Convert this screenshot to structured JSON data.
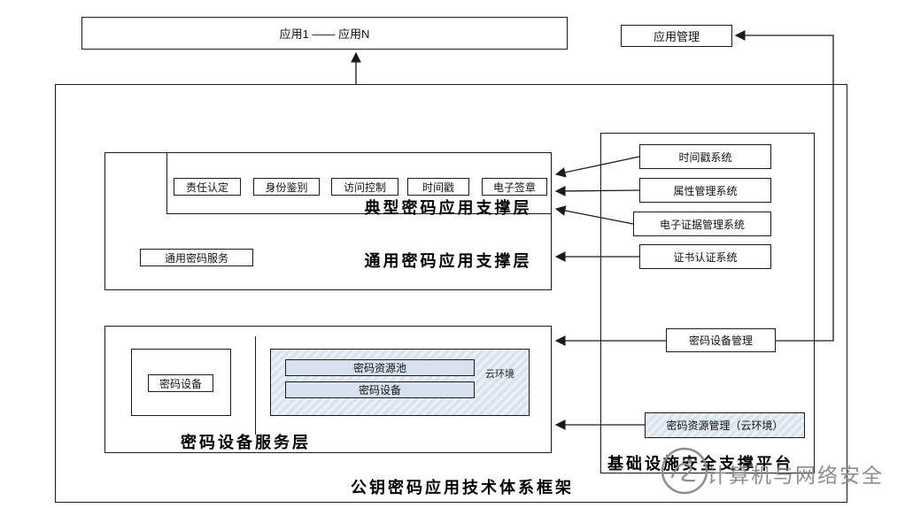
{
  "diagram": {
    "apps_box": "应用1 —— 应用N",
    "app_mgmt": "应用管理",
    "frame_title": "公钥密码应用技术体系框架",
    "typical_layer": {
      "items": [
        "责任认定",
        "身份鉴别",
        "访问控制",
        "时间戳",
        "电子签章"
      ],
      "label": "典型密码应用支撑层"
    },
    "general_layer": {
      "service": "通用密码服务",
      "label": "通用密码应用支撑层"
    },
    "device_layer": {
      "device": "密码设备",
      "cloud_pool": "密码资源池",
      "cloud_device": "密码设备",
      "cloud_env": "云环境",
      "label": "密码设备服务层"
    },
    "right_panel": {
      "systems": [
        "时间戳系统",
        "属性管理系统",
        "电子证据管理系统",
        "证书认证系统"
      ],
      "device_mgmt": "密码设备管理",
      "resource_mgmt": "密码资源管理（云环境）",
      "label": "基础设施安全支撑平台"
    },
    "watermark": "计算机与网络安全"
  },
  "colors": {
    "line": "#1a1a1a",
    "cloud_fill": "#d9e4f1",
    "watermark_gray": "#8d8d8d"
  }
}
